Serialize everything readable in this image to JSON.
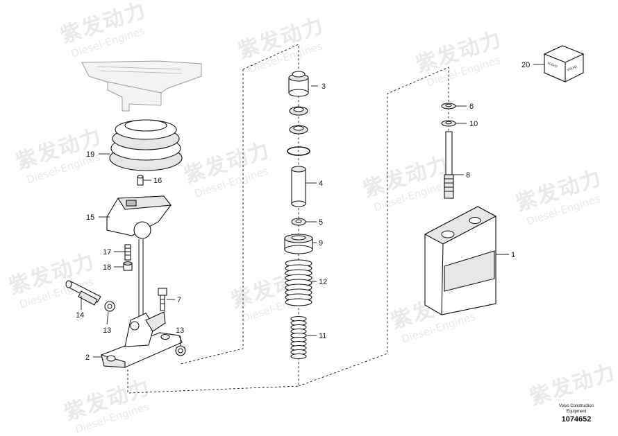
{
  "watermark": {
    "cn": "紫发动力",
    "en": "Diesel-Engines"
  },
  "callouts": {
    "p1": "1",
    "p2": "2",
    "p3": "3",
    "p4": "4",
    "p5": "5",
    "p6": "6",
    "p7": "7",
    "p8": "8",
    "p9": "9",
    "p10": "10",
    "p11": "11",
    "p12": "12",
    "p13a": "13",
    "p13b": "13",
    "p14": "14",
    "p15": "15",
    "p16": "16",
    "p17": "17",
    "p18": "18",
    "p19": "19",
    "p20": "20"
  },
  "box_labels": {
    "left": "VOLVO",
    "right": "VOLVO"
  },
  "footer": {
    "brand_line1": "Volvo Construction",
    "brand_line2": "Equipment",
    "doc_number": "1074652"
  }
}
